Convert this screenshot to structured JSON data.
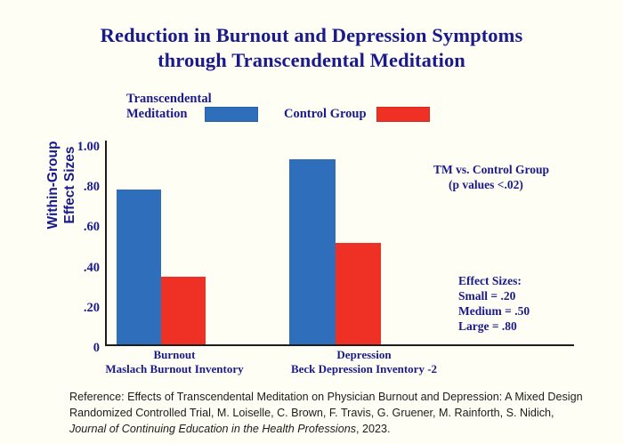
{
  "title": {
    "line1": "Reduction in Burnout and Depression Symptoms",
    "line2": "through Transcendental Meditation"
  },
  "legend": {
    "tm_label": "Transcendental\nMeditation",
    "control_label": "Control Group"
  },
  "y_axis": {
    "title_line1": "Within-Group",
    "title_line2": "Effect Sizes",
    "ticks": [
      "1.00",
      ".80",
      ".60",
      ".40",
      ".20",
      "0"
    ]
  },
  "x_axis": {
    "cat0_line1": "Burnout",
    "cat0_line2": "Maslach Burnout Inventory",
    "cat1_line1": "Depression",
    "cat1_line2": "Beck Depression Inventory -2"
  },
  "annotations": {
    "pvalues_line1": "TM vs. Control Group",
    "pvalues_line2": "(p values <.02)",
    "effect_title": "Effect Sizes:",
    "effect_small": "Small = .20",
    "effect_medium": "Medium = .50",
    "effect_large": "Large = .80"
  },
  "reference": {
    "line1": "Reference: Effects of Transcendental Meditation on Physician Burnout and Depression: A Mixed Design",
    "line2": "Randomized Controlled Trial, M. Loiselle, C. Brown, F. Travis, G. Gruener, M. Rainforth, S. Nidich,",
    "line3_italic": "Journal of Continuing Education in the Health Professions",
    "line3_rest": ", 2023."
  },
  "colors": {
    "tm": "#2e6eba",
    "control": "#ee3124",
    "text": "#1a1a8c",
    "background": "#fffef4",
    "axis": "#1d1d1d"
  },
  "chart_data": {
    "type": "bar",
    "title": "Reduction in Burnout and Depression Symptoms through Transcendental Meditation",
    "xlabel": "",
    "ylabel": "Within-Group Effect Sizes",
    "ylim": [
      0,
      1.0
    ],
    "yticks": [
      0,
      0.2,
      0.4,
      0.6,
      0.8,
      1.0
    ],
    "ytick_labels": [
      "0",
      ".20",
      ".40",
      ".60",
      ".80",
      "1.00"
    ],
    "grid": false,
    "legend_position": "top",
    "categories": [
      "Burnout\nMaslach Burnout Inventory",
      "Depression\nBeck Depression Inventory -2"
    ],
    "series": [
      {
        "name": "Transcendental Meditation",
        "color": "#2e6eba",
        "values": [
          0.76,
          0.91
        ]
      },
      {
        "name": "Control Group",
        "color": "#ee3124",
        "values": [
          0.33,
          0.5
        ]
      }
    ],
    "annotations": [
      "TM vs. Control Group (p values <.02)",
      "Effect Sizes: Small = .20, Medium = .50, Large = .80"
    ]
  }
}
